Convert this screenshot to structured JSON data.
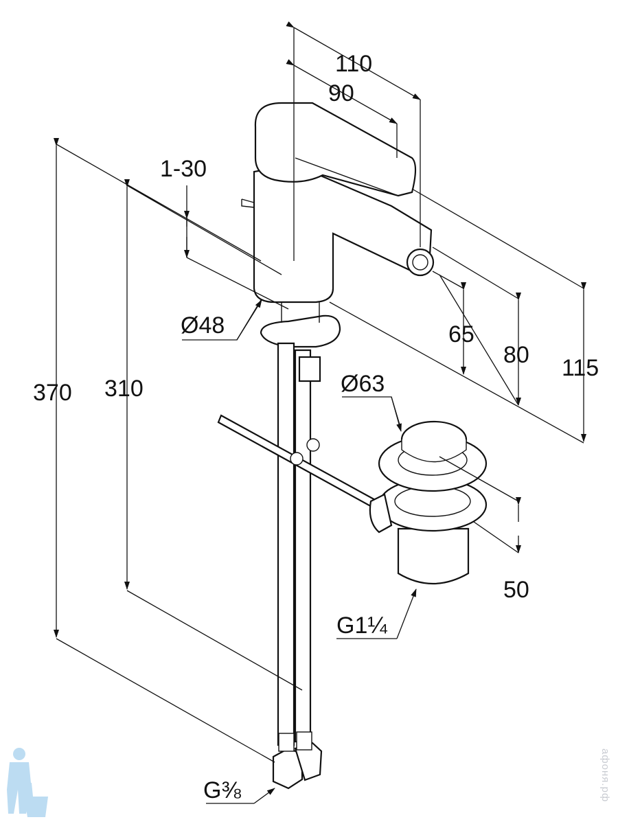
{
  "dimensions": {
    "d110": "110",
    "d90": "90",
    "d1_30": "1-30",
    "d48": "Ø48",
    "d65": "65",
    "d80": "80",
    "d115": "115",
    "d63": "Ø63",
    "d370": "370",
    "d310": "310",
    "d50": "50",
    "g114": "G1¼",
    "g38": "G⅜"
  },
  "watermark": "афоня.рф",
  "colors": {
    "line": "#111111",
    "logo": "#bcdcf2",
    "watermark": "#c9ccd2"
  }
}
